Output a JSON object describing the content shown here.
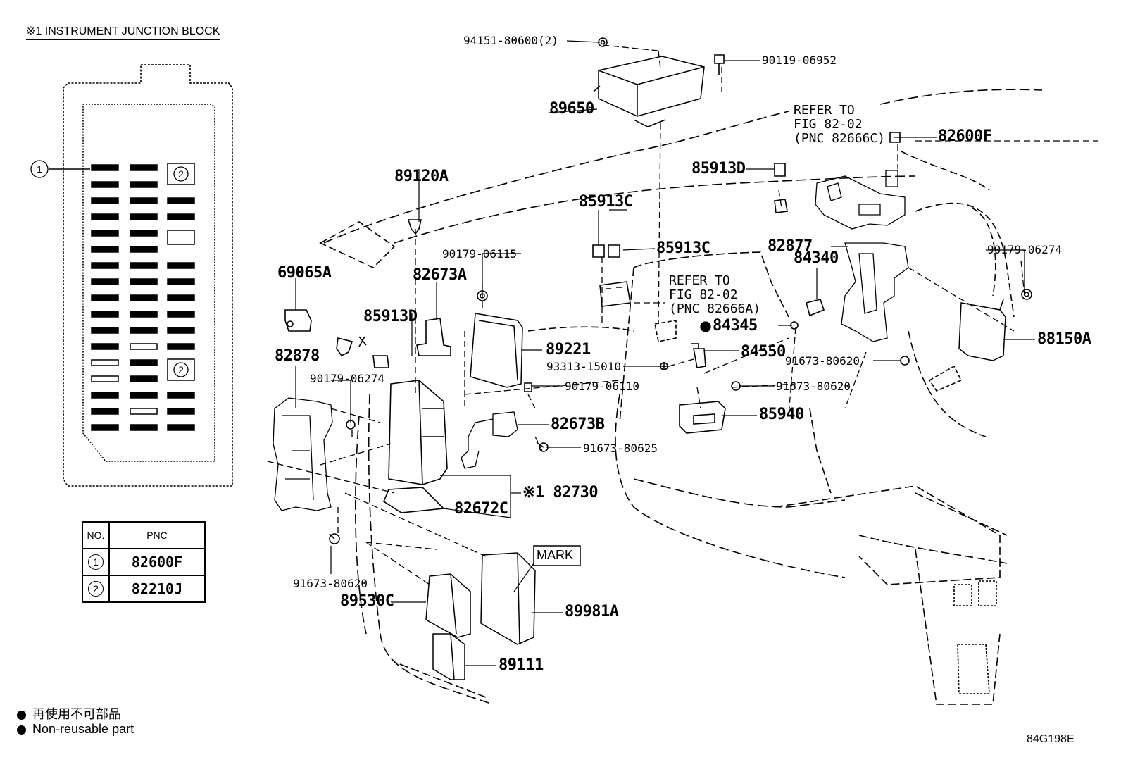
{
  "junction_title": "※1 INSTRUMENT JUNCTION BLOCK",
  "table": {
    "headers": [
      "NO.",
      "PNC"
    ],
    "rows": [
      {
        "no": "1",
        "pnc": "82600F"
      },
      {
        "no": "2",
        "pnc": "82210J"
      }
    ]
  },
  "fuse_markers": {
    "one": "1",
    "two": "2"
  },
  "labels": {
    "p94151": "94151-80600(2)",
    "p90119": "90119-06952",
    "p89650": "89650",
    "refer1_l1": "REFER TO",
    "refer1_l2": "FIG 82-02",
    "refer1_l3": "(PNC 82666C)",
    "p82600F": "82600F",
    "p89120A": "89120A",
    "p85913D_top": "85913D",
    "p85913C_a": "85913C",
    "p85913C_b": "85913C",
    "p90179_06115": "90179-06115",
    "p82877": "82877",
    "p90179_06274_r": "90179-06274",
    "p69065A": "69065A",
    "p82673A": "82673A",
    "refer2_l1": "REFER TO",
    "refer2_l2": "FIG 82-02",
    "refer2_l3": "(PNC 82666A)",
    "p84340": "84340",
    "p85913D_left": "85913D",
    "p84345": "84345",
    "p89221": "89221",
    "p84550": "84550",
    "p88150A": "88150A",
    "p82878": "82878",
    "p93313": "93313-15010",
    "p91673_80620_r": "91673-80620",
    "p90179_06274_l": "90179-06274",
    "p90179_06110": "90179-06110",
    "p91673_80620_m": "91673-80620",
    "p85940": "85940",
    "p82673B": "82673B",
    "p91673_80625": "91673-80625",
    "p82730": "※1 82730",
    "p82672C": "82672C",
    "mark": "MARK",
    "p91673_80620_l": "91673-80620",
    "p89530C": "89530C",
    "p89981A": "89981A",
    "p89111": "89111"
  },
  "legend": {
    "jp": "再使用不可部品",
    "en": "Non-reusable part"
  },
  "figure_id": "84G198E"
}
